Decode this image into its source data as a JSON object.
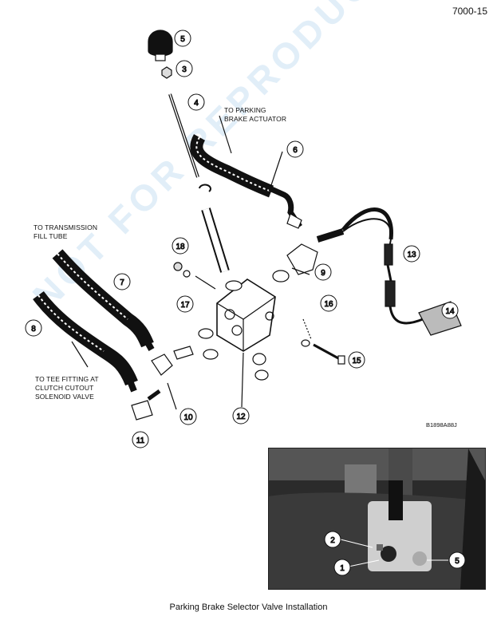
{
  "page_number": "7000-15",
  "labels": {
    "parking_brake": [
      "TO PARKING",
      "BRAKE ACTUATOR"
    ],
    "transmission": [
      "TO TRANSMISSION",
      "FILL TUBE"
    ],
    "tee_fitting": [
      "TO TEE FITTING AT",
      "CLUTCH CUTOUT",
      "SOLENOID VALVE"
    ]
  },
  "figure_code": "B1898A88J",
  "caption": "Parking Brake Selector Valve Installation",
  "watermark": "NOT FOR REPRODUCTION",
  "callouts": [
    "5",
    "3",
    "4",
    "6",
    "18",
    "17",
    "13",
    "7",
    "9",
    "16",
    "14",
    "8",
    "15",
    "12",
    "10",
    "11"
  ],
  "photo_callouts": [
    "2",
    "1",
    "5"
  ]
}
